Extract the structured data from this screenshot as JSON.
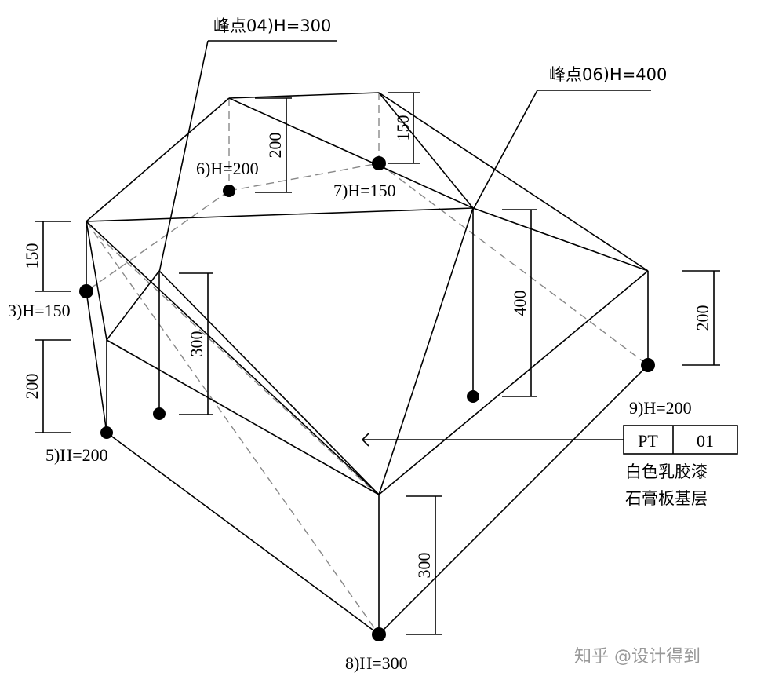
{
  "labels": {
    "peak04": "峰点04)H=300",
    "peak06": "峰点06)H=400",
    "p3": "3)H=150",
    "p5": "5)H=200",
    "p6": "6)H=200",
    "p7": "7)H=150",
    "p8": "8)H=300",
    "p9": "9)H=200"
  },
  "dimensions": {
    "d200_top": "200",
    "d150_top": "150",
    "d150_left": "150",
    "d200_left": "200",
    "d300_mid": "300",
    "d400": "400",
    "d200_right": "200",
    "d300_bottom": "300"
  },
  "tag": {
    "code": "PT",
    "number": "01",
    "line1": "白色乳胶漆",
    "line2": "石膏板基层"
  },
  "watermark": "知乎 @设计得到"
}
